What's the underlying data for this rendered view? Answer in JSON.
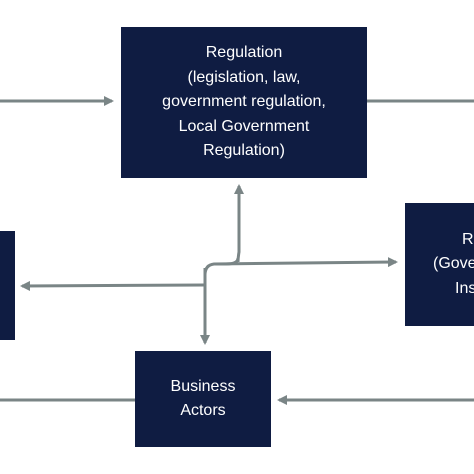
{
  "nodes": {
    "regulation": {
      "lines": [
        "Regulation",
        "(legislation, law,",
        "government regulation,",
        "Local Government",
        "Regulation)"
      ]
    },
    "business_actors": {
      "lines": [
        "Business",
        "Actors"
      ]
    },
    "right_box_partial": {
      "lines": [
        "R",
        "(Gove",
        "Ins"
      ]
    },
    "left_box_partial": {
      "lines": []
    }
  },
  "colors": {
    "box_fill": "#0f1c42",
    "box_text": "#ffffff",
    "connector": "#7a8586",
    "background": "#ffffff"
  }
}
